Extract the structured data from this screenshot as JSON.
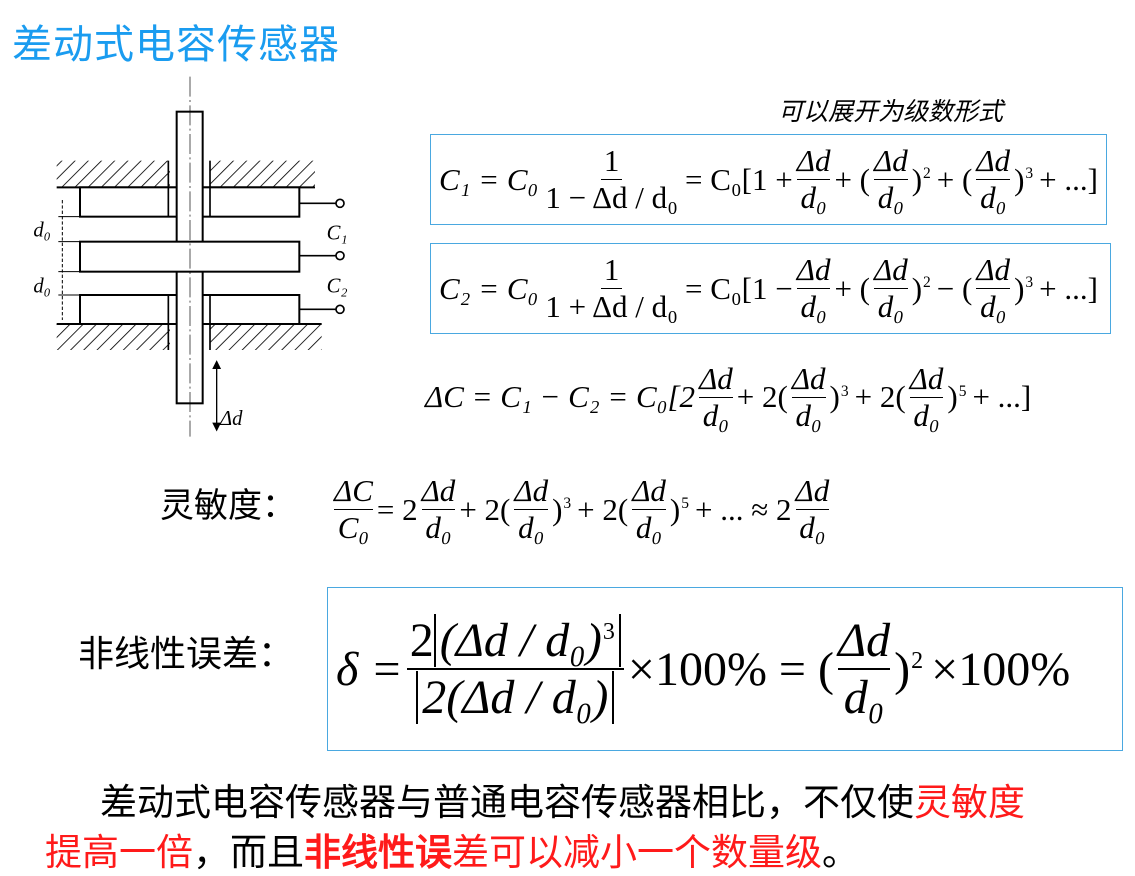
{
  "title": "差动式电容传感器",
  "caption": "可以展开为级数形式",
  "diagram": {
    "c1": "C₁",
    "c2": "C₂",
    "d0_top": "d₀",
    "d0_bottom": "d₀",
    "delta_d": "Δd"
  },
  "eq1": {
    "lhs": "C₁ = C₀",
    "num": "1",
    "den": "1 − Δd / d₀",
    "mid": "= C₀[1 +",
    "t1n": "Δd",
    "t1d": "d₀",
    "p2": "+ (",
    "t2n": "Δd",
    "t2d": "d₀",
    "e2": "2",
    "p3": "+ (",
    "t3n": "Δd",
    "t3d": "d₀",
    "e3": "3",
    "end": "+ ...]"
  },
  "eq2": {
    "lhs": "C₂ = C₀",
    "num": "1",
    "den": "1 + Δd / d₀",
    "mid": "= C₀[1 −",
    "t1n": "Δd",
    "t1d": "d₀",
    "p2": "+ (",
    "t2n": "Δd",
    "t2d": "d₀",
    "e2": "2",
    "p3": "− (",
    "t3n": "Δd",
    "t3d": "d₀",
    "e3": "3",
    "end": "+ ...]"
  },
  "eq3": {
    "lhs": "ΔC = C₁ − C₂ = C₀[2",
    "t1n": "Δd",
    "t1d": "d₀",
    "p2": "+ 2(",
    "t2n": "Δd",
    "t2d": "d₀",
    "e2": "3",
    "p3": "+ 2(",
    "t3n": "Δd",
    "t3d": "d₀",
    "e3": "5",
    "end": "+ ...]"
  },
  "sensitivity": {
    "label": "灵敏度：",
    "ln": "ΔC",
    "ld": "C₀",
    "p1": "= 2",
    "t1n": "Δd",
    "t1d": "d₀",
    "p2": "+ 2(",
    "t2n": "Δd",
    "t2d": "d₀",
    "e2": "3",
    "p3": "+ 2(",
    "t3n": "Δd",
    "t3d": "d₀",
    "e3": "5",
    "p4": "+ ... ≈ 2",
    "t4n": "Δd",
    "t4d": "d₀"
  },
  "nonlinearity": {
    "label": "非线性误差：",
    "lhs": "δ =",
    "num_a": "2",
    "num_b": "(Δd / d₀)",
    "num_e": "3",
    "den": "2(Δd / d₀)",
    "mid": "×100% = (",
    "tn": "Δd",
    "td": "d₀",
    "e": "2",
    "end": "×100%"
  },
  "conclusion": {
    "l1_black": "差动式电容传感器与普通电容传感器相比，不仅使",
    "l1_red": "灵敏度",
    "l2_red1": "提高一倍",
    "l2_black1": "，而且",
    "l2_redb1": "非线性误",
    "l2_red2": "差可以减小一个数量级",
    "l2_black2": "。"
  },
  "colors": {
    "title": "#1a9cf0",
    "box_border": "#4aa8e0",
    "highlight": "#ff1a1a"
  }
}
